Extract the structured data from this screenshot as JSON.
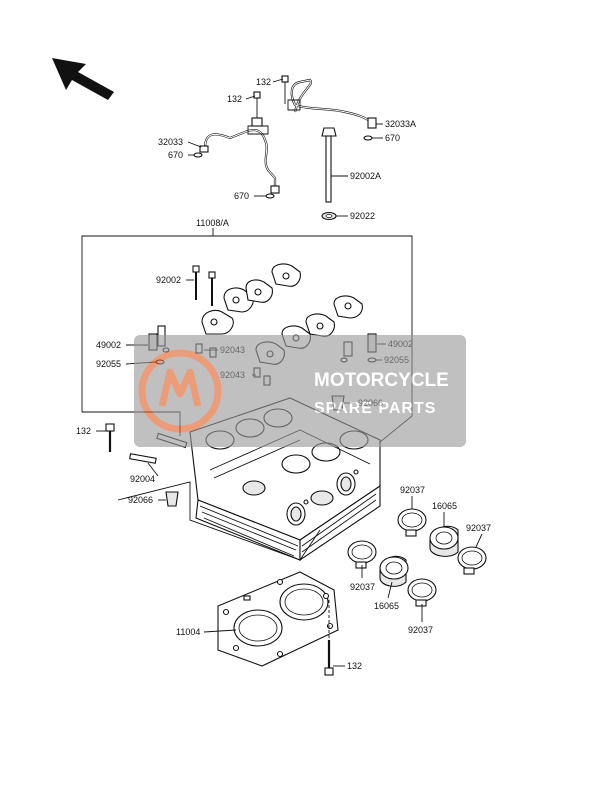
{
  "labels": {
    "p132_top": "132",
    "p132_mid": "132",
    "p32033A": "32033A",
    "p670_right": "670",
    "p32033": "32033",
    "p670_left": "670",
    "p670_bottom": "670",
    "p92002A": "92002A",
    "p92022": "92022",
    "p11008A": "11008/A",
    "p92002": "92002",
    "p49002_left": "49002",
    "p92043_upper": "92043",
    "p49002_right": "49002",
    "p92055_left": "92055",
    "p92055_right": "92055",
    "p92043_lower": "92043",
    "p92066_right": "92066",
    "p132_left": "132",
    "p92004": "92004",
    "p92066_left": "92066",
    "p92037_a": "92037",
    "p16065_a": "16065",
    "p92037_b": "92037",
    "p92037_c": "92037",
    "p16065_b": "16065",
    "p92037_d": "92037",
    "p11004": "11004",
    "p132_bottom": "132"
  },
  "watermark": {
    "title": "MOTORCYCLE",
    "subtitle": "SPARE PARTS"
  },
  "colors": {
    "line": "#111111",
    "watermark_bg": "#9a9a9a",
    "watermark_text": "#ffffff",
    "watermark_logo": "#e0622a"
  },
  "icons": {
    "direction": "arrow-up-left-icon"
  }
}
